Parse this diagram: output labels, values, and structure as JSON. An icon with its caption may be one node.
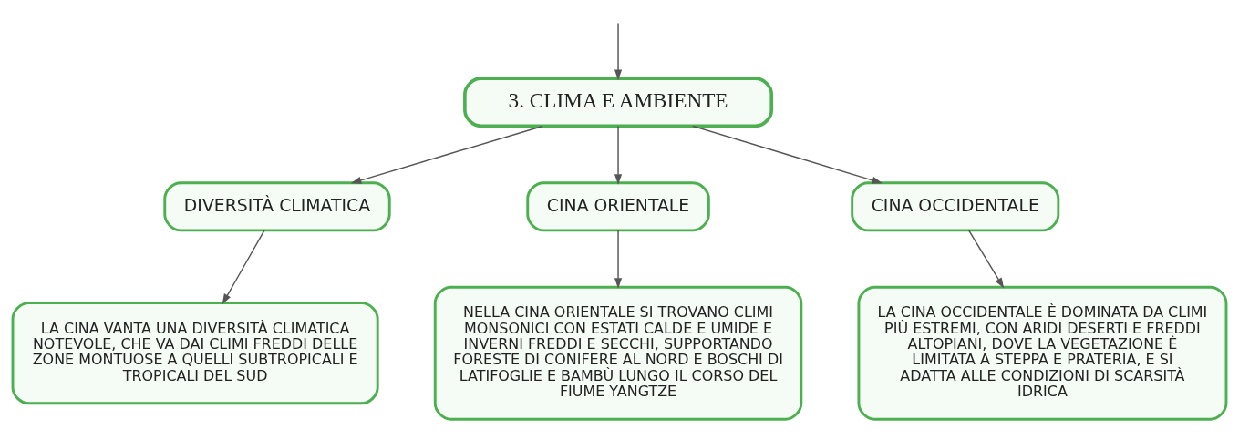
{
  "diagram": {
    "nodes": [
      {
        "text": [
          "3. CLIMA E AMBIENTE"
        ]
      },
      {
        "text": [
          "DIVERSITÀ CLIMATICA"
        ]
      },
      {
        "text": [
          "CINA ORIENTALE"
        ]
      },
      {
        "text": [
          "CINA OCCIDENTALE"
        ]
      },
      {
        "text": [
          "LA CINA VANTA UNA DIVERSITÀ CLIMATICA NOTEVOLE, CHE VA DAI CLIMI FREDDI DELLE ZONE MONTUOSE A QUELLI SUBTROPICALI E TROPICALI DEL SUD"
        ]
      },
      {
        "text": [
          "NELLA CINA ORIENTALE SI TROVANO CLIMI MONSONICI CON ESTATI CALDE E UMIDE E INVERNI FREDDI E SECCHI, SUPPORTANDO FORESTE DI CONIFERE AL NORD E BOSCHI DI LATIFOGLIE E BAMBÙ LUNGO IL CORSO DEL FIUME YANGTZE"
        ]
      },
      {
        "text": [
          "LA CINA OCCIDENTALE È DOMINATA DA CLIMI PIÙ ESTREMI, CON ARIDI DESERTI E FREDDI ALTOPIANI, DOVE LA VEGETAZIONE È LIMITATA A STEPPA E PRATERIA, E SI ADATTA ALLE CONDIZIONI DI SCARSITÀ IDRICA"
        ]
      }
    ],
    "edges": [
      {
        "from": null,
        "to": 0,
        "arrow": "to"
      },
      {
        "from": 0,
        "to": 1,
        "arrow": "to"
      },
      {
        "from": 0,
        "to": 2,
        "arrow": "to"
      },
      {
        "from": 0,
        "to": 3,
        "arrow": "to"
      },
      {
        "from": 1,
        "to": 4,
        "arrow": "to"
      },
      {
        "from": 2,
        "to": 5,
        "arrow": "to"
      },
      {
        "from": 3,
        "to": 6,
        "arrow": "to"
      }
    ]
  }
}
